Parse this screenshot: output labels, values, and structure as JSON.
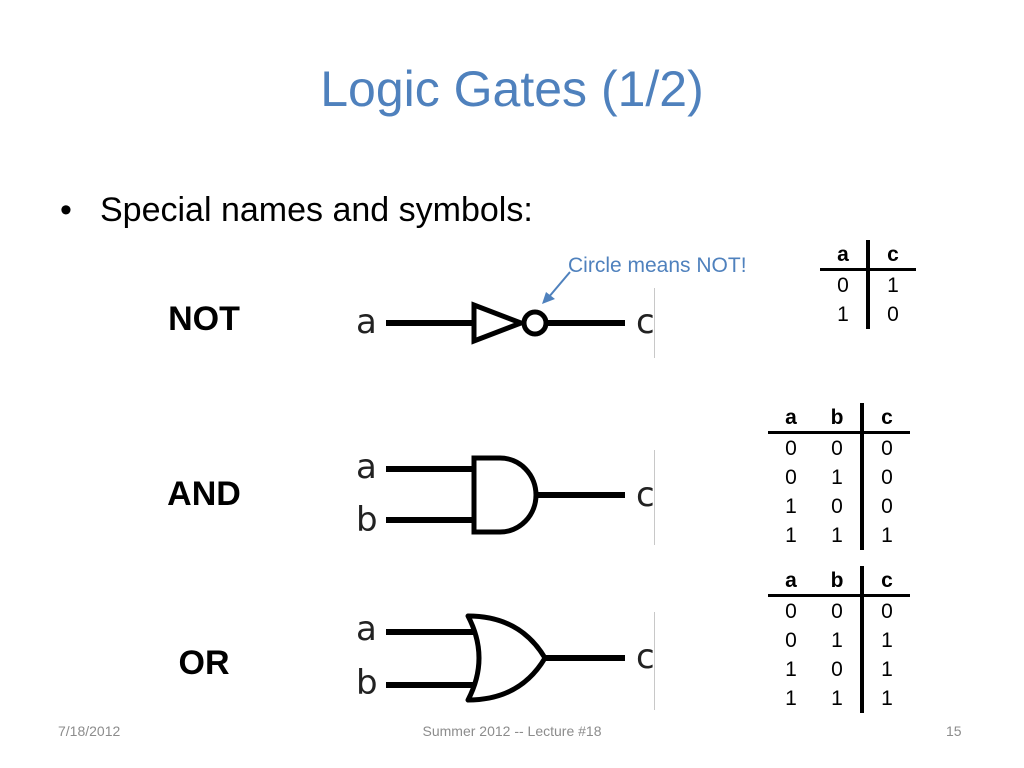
{
  "title": "Logic Gates (1/2)",
  "bullet": {
    "marker": "•",
    "text": "Special names and symbols:"
  },
  "note": "Circle means NOT!",
  "gates": [
    {
      "name": "NOT",
      "pins": {
        "in1": "a",
        "out": "c"
      }
    },
    {
      "name": "AND",
      "pins": {
        "in1": "a",
        "in2": "b",
        "out": "c"
      }
    },
    {
      "name": "OR",
      "pins": {
        "in1": "a",
        "in2": "b",
        "out": "c"
      }
    }
  ],
  "truth_tables": [
    {
      "headers": [
        "a",
        "c"
      ],
      "rows": [
        [
          "0",
          "1"
        ],
        [
          "1",
          "0"
        ]
      ]
    },
    {
      "headers": [
        "a",
        "b",
        "c"
      ],
      "rows": [
        [
          "0",
          "0",
          "0"
        ],
        [
          "0",
          "1",
          "0"
        ],
        [
          "1",
          "0",
          "0"
        ],
        [
          "1",
          "1",
          "1"
        ]
      ]
    },
    {
      "headers": [
        "a",
        "b",
        "c"
      ],
      "rows": [
        [
          "0",
          "0",
          "0"
        ],
        [
          "0",
          "1",
          "1"
        ],
        [
          "1",
          "0",
          "1"
        ],
        [
          "1",
          "1",
          "1"
        ]
      ]
    }
  ],
  "footer": {
    "date": "7/18/2012",
    "center": "Summer 2012 -- Lecture #18",
    "page": "15"
  },
  "colors": {
    "title": "#4f81bd",
    "note": "#4f81bd",
    "footer": "#8c8c8c"
  }
}
